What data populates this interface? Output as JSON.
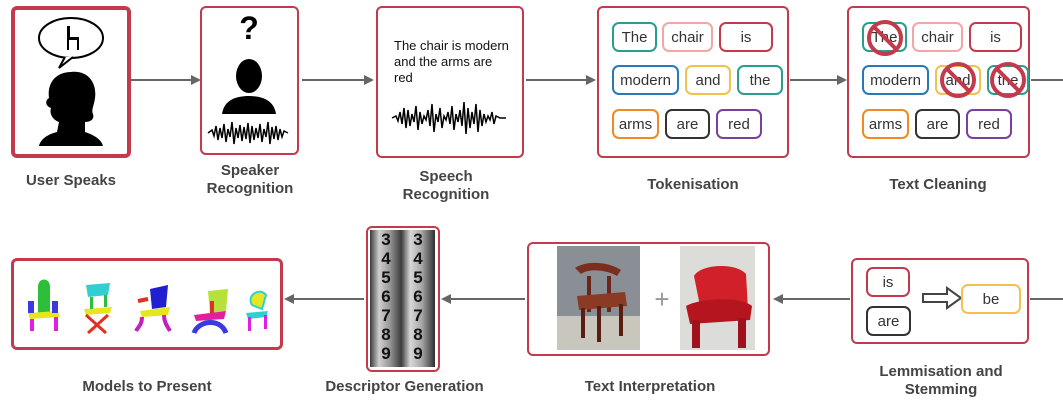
{
  "labels": {
    "user_speaks": "User Speaks",
    "speaker_recognition": "Speaker\nRecognition",
    "speech_recognition": "Speech\nRecognition",
    "tokenisation": "Tokenisation",
    "text_cleaning": "Text Cleaning",
    "lemmatisation": "Lemmisation and\nStemming",
    "text_interpretation": "Text Interpretation",
    "descriptor_generation": "Descriptor Generation",
    "models_to_present": "Models to Present"
  },
  "speech_text": "The chair is modern and the arms are red",
  "question_mark": "?",
  "tokens": [
    {
      "text": "The",
      "color": "#2a9d8f"
    },
    {
      "text": "chair",
      "color": "#f4a6a6"
    },
    {
      "text": "is",
      "color": "#c23a4b"
    },
    {
      "text": "modern",
      "color": "#2a78b5"
    },
    {
      "text": "and",
      "color": "#f2c14e"
    },
    {
      "text": "the",
      "color": "#2a9d8f"
    },
    {
      "text": "arms",
      "color": "#f08a24"
    },
    {
      "text": "are",
      "color": "#333333"
    },
    {
      "text": "red",
      "color": "#7b3fa0"
    }
  ],
  "lemma": {
    "is": "is",
    "are": "are",
    "be": "be"
  },
  "plus": "+",
  "descriptor_digits": [
    "3",
    "4",
    "5",
    "6",
    "7",
    "8",
    "9"
  ],
  "colors": {
    "box_border": "#c23a4b",
    "arrow": "#666666",
    "ban": "#c23a4b"
  }
}
